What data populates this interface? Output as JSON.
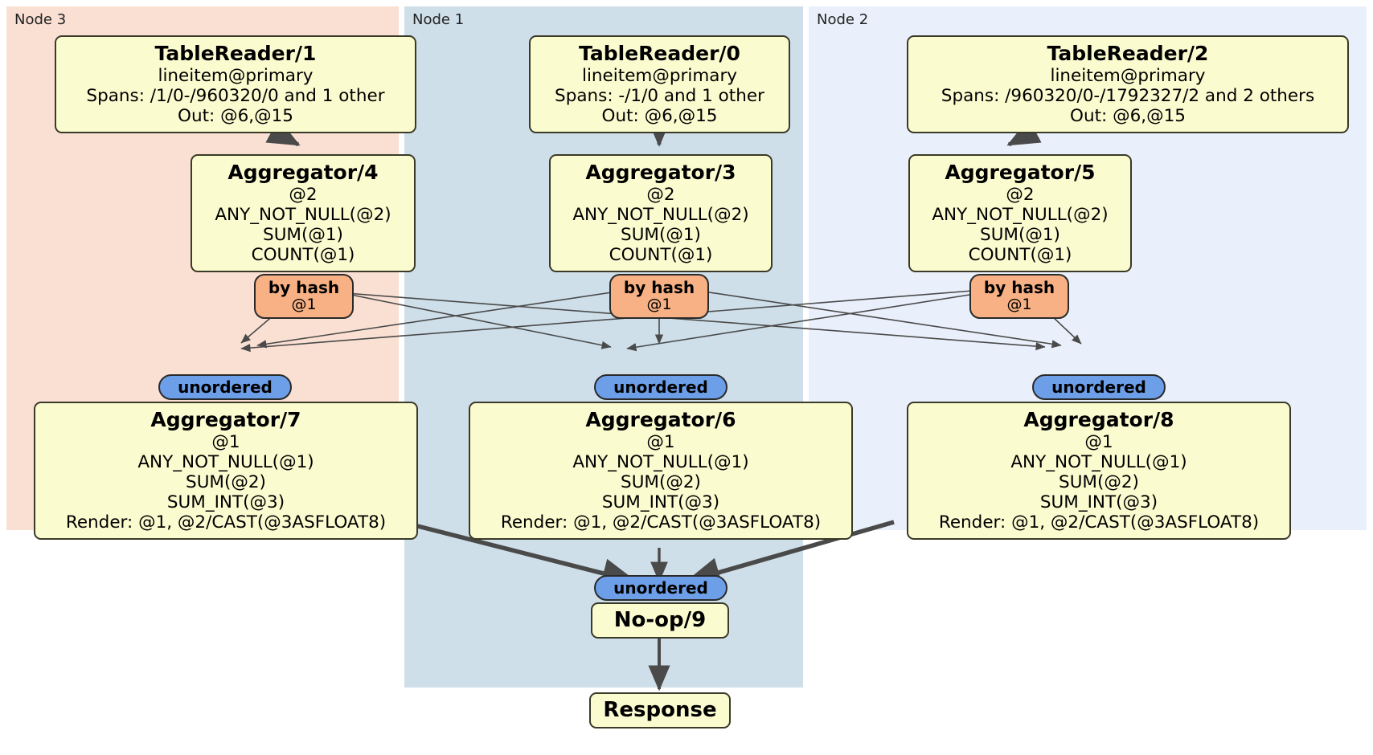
{
  "diagram": {
    "type": "distributed-query-plan",
    "panels": [
      {
        "id": "node3",
        "label": "Node 3",
        "color": "#fae0d3"
      },
      {
        "id": "node1",
        "label": "Node 1",
        "color": "#cfdfe9"
      },
      {
        "id": "node2",
        "label": "Node 2",
        "color": "#eaf0fb"
      }
    ],
    "colors": {
      "processor_fill": "#fbfbd0",
      "processor_border": "#3a3a28",
      "hash_router_fill": "#f7b184",
      "unordered_fill": "#6c9fe8",
      "edge": "#4a4a4a",
      "page_background": "#ffffff"
    },
    "processors": [
      {
        "id": "tablereader-1",
        "panel": "node3",
        "title": "TableReader/1",
        "lines": [
          "lineitem@primary",
          "Spans: /1/0-/960320/0 and 1 other",
          "Out: @6,@15"
        ]
      },
      {
        "id": "tablereader-0",
        "panel": "node1",
        "title": "TableReader/0",
        "lines": [
          "lineitem@primary",
          "Spans: -/1/0 and 1 other",
          "Out: @6,@15"
        ]
      },
      {
        "id": "tablereader-2",
        "panel": "node2",
        "title": "TableReader/2",
        "lines": [
          "lineitem@primary",
          "Spans: /960320/0-/1792327/2 and 2 others",
          "Out: @6,@15"
        ]
      },
      {
        "id": "aggregator-4",
        "panel": "node3",
        "title": "Aggregator/4",
        "lines": [
          "@2",
          "ANY_NOT_NULL(@2)",
          "SUM(@1)",
          "COUNT(@1)"
        ]
      },
      {
        "id": "aggregator-3",
        "panel": "node1",
        "title": "Aggregator/3",
        "lines": [
          "@2",
          "ANY_NOT_NULL(@2)",
          "SUM(@1)",
          "COUNT(@1)"
        ]
      },
      {
        "id": "aggregator-5",
        "panel": "node2",
        "title": "Aggregator/5",
        "lines": [
          "@2",
          "ANY_NOT_NULL(@2)",
          "SUM(@1)",
          "COUNT(@1)"
        ]
      },
      {
        "id": "aggregator-7",
        "panel": "node3",
        "title": "Aggregator/7",
        "lines": [
          "@1",
          "ANY_NOT_NULL(@1)",
          "SUM(@2)",
          "SUM_INT(@3)",
          "Render: @1, @2/CAST(@3ASFLOAT8)"
        ]
      },
      {
        "id": "aggregator-6",
        "panel": "node1",
        "title": "Aggregator/6",
        "lines": [
          "@1",
          "ANY_NOT_NULL(@1)",
          "SUM(@2)",
          "SUM_INT(@3)",
          "Render: @1, @2/CAST(@3ASFLOAT8)"
        ]
      },
      {
        "id": "aggregator-8",
        "panel": "node2",
        "title": "Aggregator/8",
        "lines": [
          "@1",
          "ANY_NOT_NULL(@1)",
          "SUM(@2)",
          "SUM_INT(@3)",
          "Render: @1, @2/CAST(@3ASFLOAT8)"
        ]
      },
      {
        "id": "noop-9",
        "panel": "node1",
        "title": "No-op/9",
        "lines": []
      },
      {
        "id": "response",
        "panel": "node1",
        "title": "Response",
        "lines": []
      }
    ],
    "routers": [
      {
        "id": "hash-left",
        "panel": "node3",
        "kind": "by hash",
        "label": "by hash",
        "sub": "@1"
      },
      {
        "id": "hash-center",
        "panel": "node1",
        "kind": "by hash",
        "label": "by hash",
        "sub": "@1"
      },
      {
        "id": "hash-right",
        "panel": "node2",
        "kind": "by hash",
        "label": "by hash",
        "sub": "@1"
      },
      {
        "id": "unordered-left",
        "panel": "node3",
        "kind": "unordered",
        "label": "unordered",
        "sub": ""
      },
      {
        "id": "unordered-center",
        "panel": "node1",
        "kind": "unordered",
        "label": "unordered",
        "sub": ""
      },
      {
        "id": "unordered-right",
        "panel": "node2",
        "kind": "unordered",
        "label": "unordered",
        "sub": ""
      },
      {
        "id": "unordered-final",
        "panel": "node1",
        "kind": "unordered",
        "label": "unordered",
        "sub": ""
      }
    ]
  }
}
